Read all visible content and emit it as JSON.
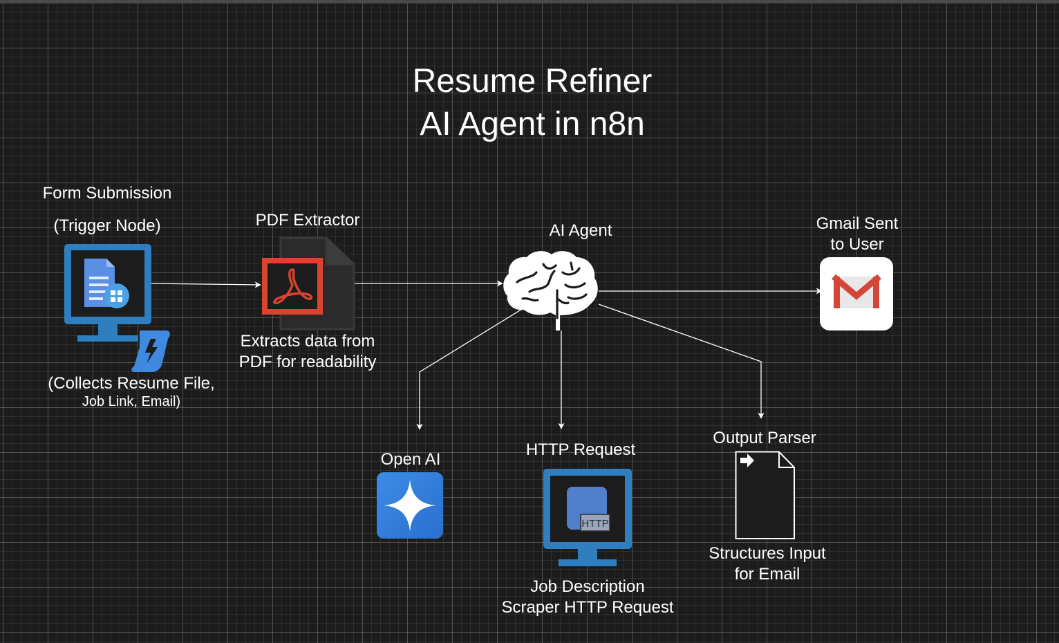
{
  "title": {
    "line1": "Resume Refiner",
    "line2": "AI Agent in n8n"
  },
  "nodes": {
    "form": {
      "label_line1": "Form Submission",
      "label_line2": "(Trigger Node)",
      "desc_line1": "(Collects Resume File,",
      "desc_line2": "Job Link, Email)",
      "icon": "monitor-form-icon"
    },
    "pdf": {
      "label": "PDF Extractor",
      "desc_line1": "Extracts data from",
      "desc_line2": "PDF for readability",
      "icon": "pdf-document-icon"
    },
    "agent": {
      "label": "AI Agent",
      "icon": "brain-icon"
    },
    "gmail": {
      "label_line1": "Gmail Sent",
      "label_line2": "to User",
      "icon": "gmail-icon"
    },
    "openai": {
      "label": "Open AI",
      "icon": "sparkle-icon"
    },
    "http": {
      "label": "HTTP Request",
      "badge": "HTTP",
      "desc_line1": "Job Description",
      "desc_line2": "Scraper HTTP Request",
      "icon": "monitor-http-icon"
    },
    "parser": {
      "label": "Output Parser",
      "desc_line1": "Structures Input",
      "desc_line2": "for Email",
      "icon": "document-arrow-icon"
    }
  },
  "colors": {
    "background": "#1c1c1c",
    "edge": "#ffffff",
    "monitor_blue": "#2f7fc0",
    "pdf_red": "#d9432f",
    "gmail_red": "#d44638",
    "openai_blue": "#2f7ad6"
  }
}
